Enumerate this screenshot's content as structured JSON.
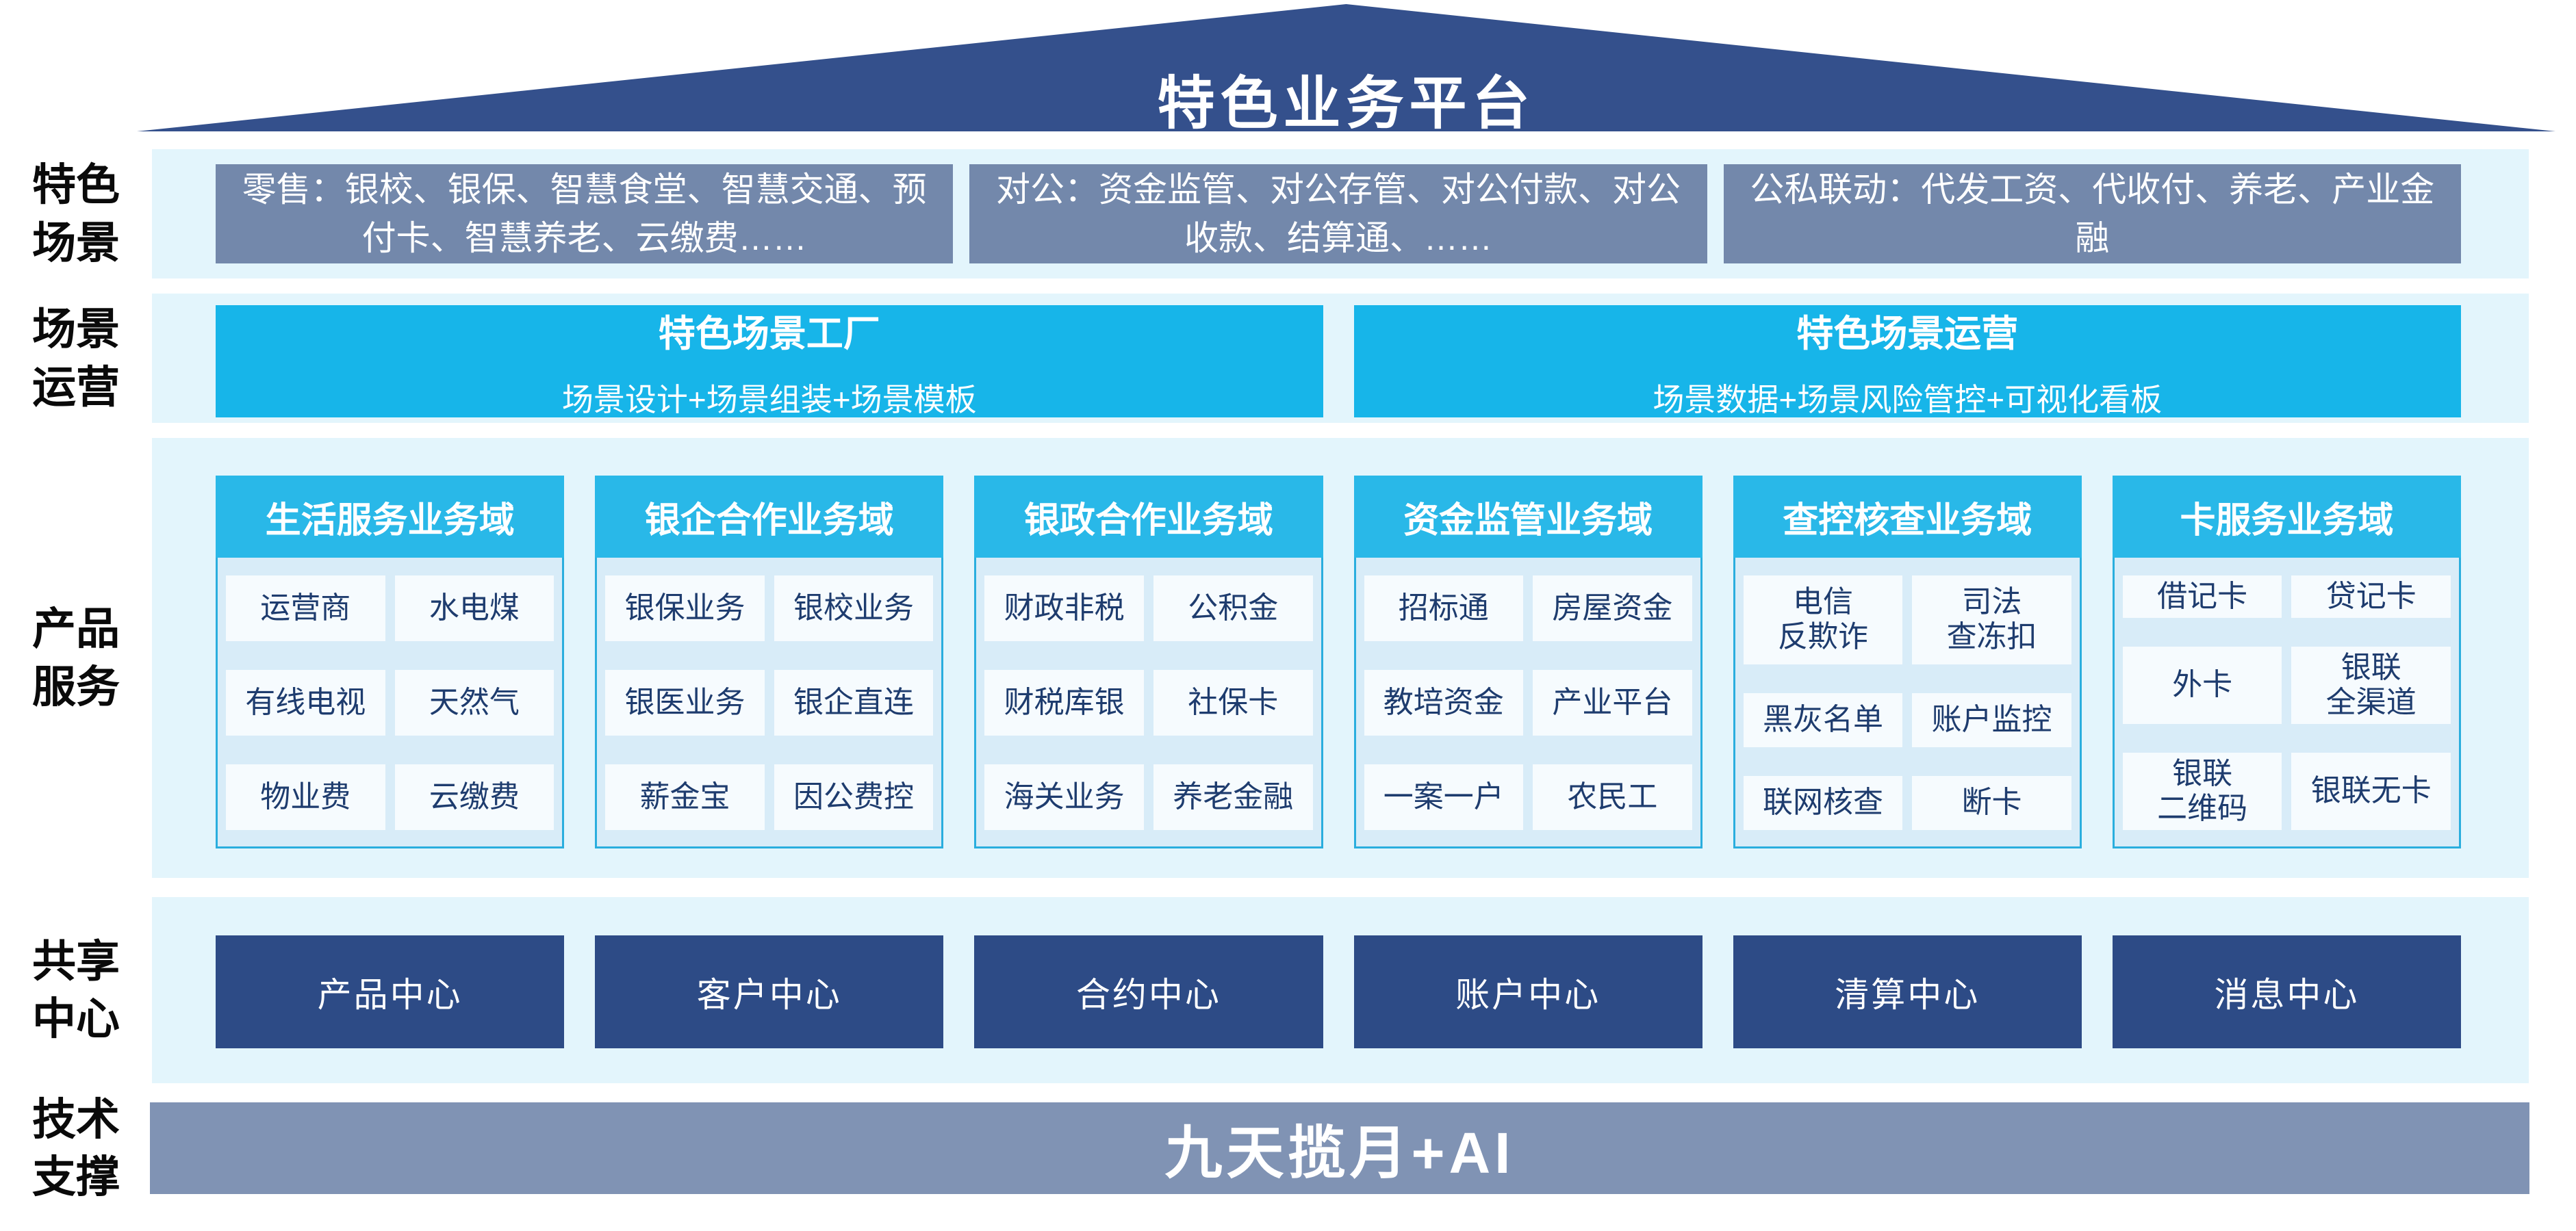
{
  "roof": {
    "title": "特色业务平台"
  },
  "rail": {
    "scenes": "特色\n场景",
    "operations": "场景\n运营",
    "products": "产品\n服务",
    "shared": "共享\n中心",
    "tech": "技术\n支撑"
  },
  "scenes": {
    "boxes": [
      "零售：银校、银保、智慧食堂、智慧交通、预付卡、智慧养老、云缴费……",
      "对公：资金监管、对公存管、对公付款、对公收款、结算通、……",
      "公私联动：代发工资、代收付、养老、产业金融"
    ]
  },
  "operations": {
    "boxes": [
      {
        "title": "特色场景工厂",
        "subtitle": "场景设计+场景组装+场景模板"
      },
      {
        "title": "特色场景运营",
        "subtitle": "场景数据+场景风险管控+可视化看板"
      }
    ]
  },
  "products": {
    "columns": [
      {
        "header": "生活服务业务域",
        "items": [
          "运营商",
          "水电煤",
          "有线电视",
          "天然气",
          "物业费",
          "云缴费"
        ]
      },
      {
        "header": "银企合作业务域",
        "items": [
          "银保业务",
          "银校业务",
          "银医业务",
          "银企直连",
          "薪金宝",
          "因公费控"
        ]
      },
      {
        "header": "银政合作业务域",
        "items": [
          "财政非税",
          "公积金",
          "财税库银",
          "社保卡",
          "海关业务",
          "养老金融"
        ]
      },
      {
        "header": "资金监管业务域",
        "items": [
          "招标通",
          "房屋资金",
          "教培资金",
          "产业平台",
          "一案一户",
          "农民工"
        ]
      },
      {
        "header": "查控核查业务域",
        "items": [
          "电信\n反欺诈",
          "司法\n查冻扣",
          "黑灰名单",
          "账户监控",
          "联网核查",
          "断卡"
        ]
      },
      {
        "header": "卡服务业务域",
        "items": [
          "借记卡",
          "贷记卡",
          "外卡",
          "银联\n全渠道",
          "银联\n二维码",
          "银联无卡"
        ]
      }
    ]
  },
  "shared": {
    "boxes": [
      "产品中心",
      "客户中心",
      "合约中心",
      "账户中心",
      "清算中心",
      "消息中心"
    ]
  },
  "tech": {
    "text": "九天揽月+AI"
  },
  "colors": {
    "roof_navy": "#34508c",
    "shared_navy": "#2d4b86",
    "scene_gray_blue": "#7388ab",
    "tech_gray_blue": "#8093b4",
    "cyan": "#17b5e9",
    "header_cyan": "#29b8e8",
    "band_bg": "#e3f5fc",
    "column_bg": "#d8ecf8",
    "item_bg": "#f6fbfe",
    "item_text": "#1e3c6e"
  }
}
